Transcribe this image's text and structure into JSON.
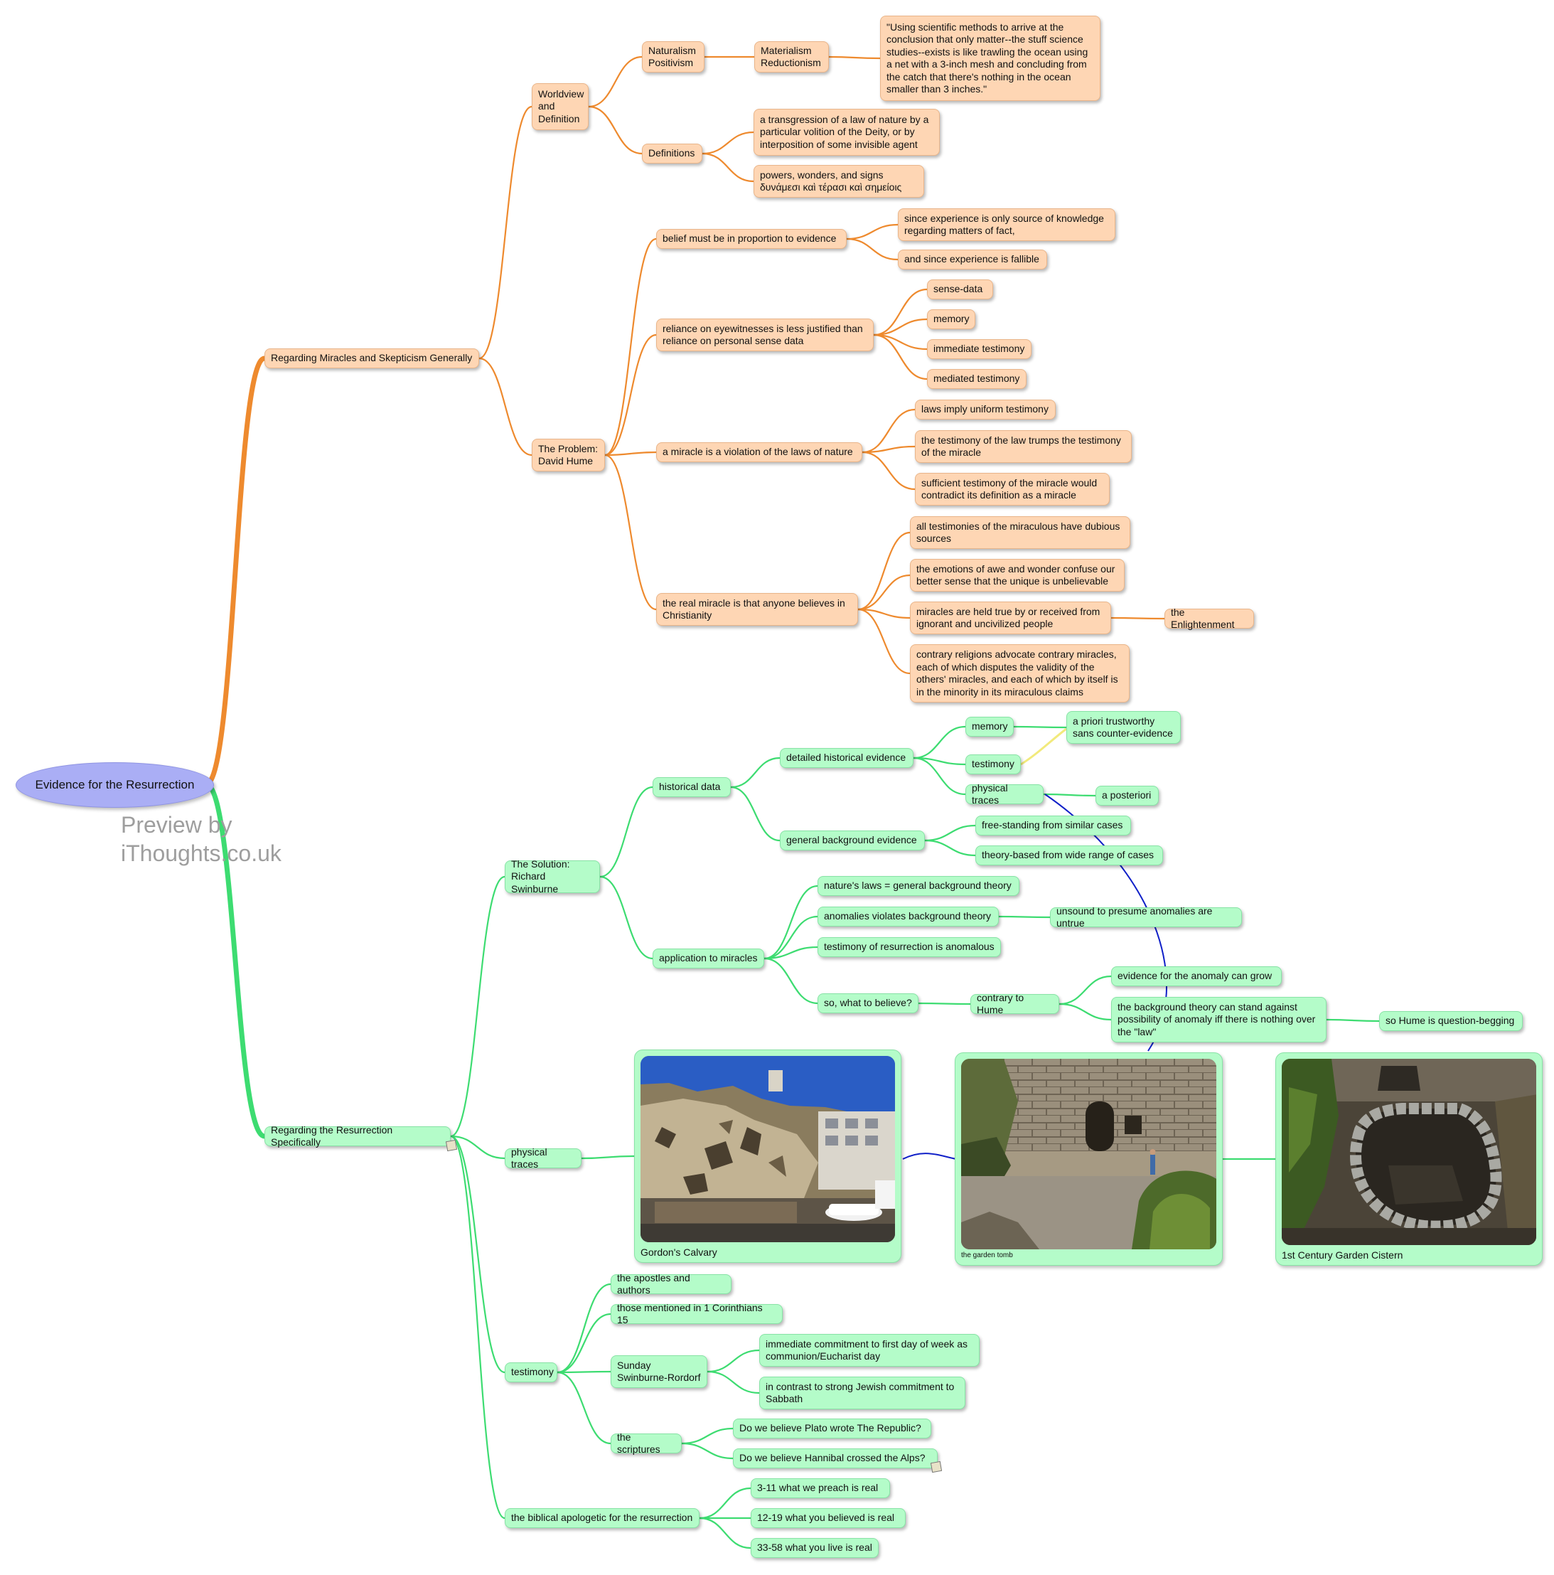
{
  "root": "Evidence for the Resurrection",
  "watermark": "Preview by\niThoughts.co.uk",
  "colors": {
    "orange_line": "#ee8a2e",
    "green_line": "#3ddc71",
    "cross_link_blue": "#1020c8",
    "cross_link_yellow": "#f2ea7c",
    "root_fill": "#aaaef5",
    "orange_fill": "#fed6b4",
    "green_fill": "#b4fcc9"
  },
  "miracles": {
    "label": "Regarding Miracles and Skepticism Generally",
    "worldview": "Worldview\nand\nDefinition",
    "naturalism": "Naturalism\nPositivism",
    "materialism": "Materialism\nReductionism",
    "quote": "\"Using scientific methods to arrive at the\nconclusion that only matter--the stuff science\nstudies--exists is like trawling the ocean using\na net with a 3-inch mesh and concluding from\nthe catch that there's nothing in the ocean\nsmaller than 3 inches.\"",
    "definitions": "Definitions",
    "def1": "a transgression of a law of nature by a\nparticular volition of the Deity, or by\ninterposition of some invisible agent",
    "def2": "powers, wonders, and signs\nδυνάμεσι καὶ τέρασι καὶ σημείοις",
    "hume": "The Problem:\nDavid Hume",
    "belief": "belief must be in proportion to evidence",
    "since_exp": "since experience is only source of knowledge\nregarding matters of fact,",
    "fallible": "and since experience is fallible",
    "reliance": "reliance on eyewitnesses is less justified than\nreliance on personal sense data",
    "sense": "sense-data",
    "memory": "memory",
    "immediate": "immediate testimony",
    "mediated": "mediated testimony",
    "violation": "a miracle is a violation of the laws of nature",
    "uniform": "laws imply uniform testimony",
    "trumps": "the testimony of the law trumps the testimony\nof the miracle",
    "sufficient": "sufficient testimony of the miracle would\ncontradict its definition as a miracle",
    "real_miracle": "the real miracle is that anyone believes in\nChristianity",
    "dubious": "all testimonies of the miraculous have dubious\nsources",
    "awe": "the emotions of awe and wonder confuse our\nbetter sense that the unique is unbelievable",
    "ignorant": "miracles are held true by or received from\nignorant and uncivilized people",
    "enlightenment": "the Enlightenment",
    "contrary_rel": "contrary religions advocate contrary miracles,\neach of which disputes the validity of the\nothers' miracles, and each of which by itself is\nin the minority in its miraculous claims"
  },
  "resurrection": {
    "label": "Regarding the Resurrection Specifically",
    "solution": "The Solution:\nRichard Swinburne",
    "historical": "historical data",
    "detailed": "detailed historical evidence",
    "memory": "memory",
    "testimony": "testimony",
    "physical_traces_sub": "physical traces",
    "a_priori": "a priori trustworthy\nsans counter-evidence",
    "a_posteriori": "a posteriori",
    "general": "general background evidence",
    "free_standing": "free-standing from similar cases",
    "theory_based": "theory-based from wide range of cases",
    "application": "application to miracles",
    "natures_laws": "nature's laws = general background theory",
    "anomalies": "anomalies violates background theory",
    "unsound": "unsound to presume anomalies are untrue",
    "anomalous": "testimony of resurrection is anomalous",
    "what_believe": "so, what to believe?",
    "contrary_hume": "contrary to Hume",
    "grow": "evidence for the anomaly can grow",
    "stand_against": "the background theory can stand against\npossibility of anomaly iff there is nothing over\nthe \"law\"",
    "question_begging": "so Hume is question-begging",
    "physical_traces": "physical traces",
    "img1_caption": "Gordon's Calvary",
    "img2_caption": "the garden tomb",
    "img3_caption": "1st Century Garden Cistern",
    "testimony_main": "testimony",
    "apostles": "the apostles and authors",
    "corinthians": "those mentioned in 1 Corinthians 15",
    "sunday": "Sunday\nSwinburne-Rordorf",
    "commitment": "immediate commitment to first day of week as\ncommunion/Eucharist day",
    "jewish": "in contrast to strong Jewish commitment to\nSabbath",
    "scriptures": "the scriptures",
    "plato": "Do we believe Plato wrote The Republic?",
    "hannibal": "Do we believe Hannibal crossed the Alps?",
    "apologetic": "the biblical apologetic for the resurrection",
    "preach": "3-11 what we preach is real",
    "believed": "12-19 what you believed is real",
    "live": "33-58 what you live is real"
  }
}
